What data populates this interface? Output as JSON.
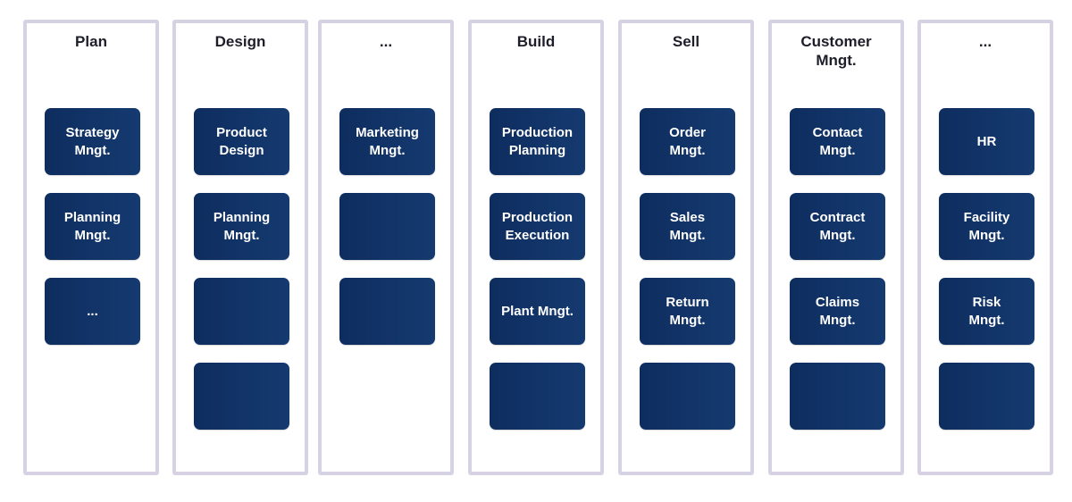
{
  "columns": [
    {
      "title": "Plan",
      "boxes": [
        "Strategy\nMngt.",
        "Planning\nMngt.",
        "..."
      ]
    },
    {
      "title": "Design",
      "boxes": [
        "Product\nDesign",
        "Planning\nMngt.",
        "",
        ""
      ]
    },
    {
      "title": "...",
      "boxes": [
        "Marketing\nMngt.",
        "",
        ""
      ]
    },
    {
      "title": "Build",
      "boxes": [
        "Production\nPlanning",
        "Production\nExecution",
        "Plant Mngt.",
        ""
      ]
    },
    {
      "title": "Sell",
      "boxes": [
        "Order\nMngt.",
        "Sales\nMngt.",
        "Return\nMngt.",
        ""
      ]
    },
    {
      "title": "Customer\nMngt.",
      "boxes": [
        "Contact\nMngt.",
        "Contract\nMngt.",
        "Claims\nMngt.",
        ""
      ]
    },
    {
      "title": "...",
      "boxes": [
        "HR",
        "Facility\nMngt.",
        "Risk\nMngt.",
        ""
      ]
    }
  ],
  "colors": {
    "column_border": "#d7d2e3",
    "box_fill": "#0e2d5f",
    "box_text": "#ffffff",
    "title_text": "#1e1e2a"
  }
}
